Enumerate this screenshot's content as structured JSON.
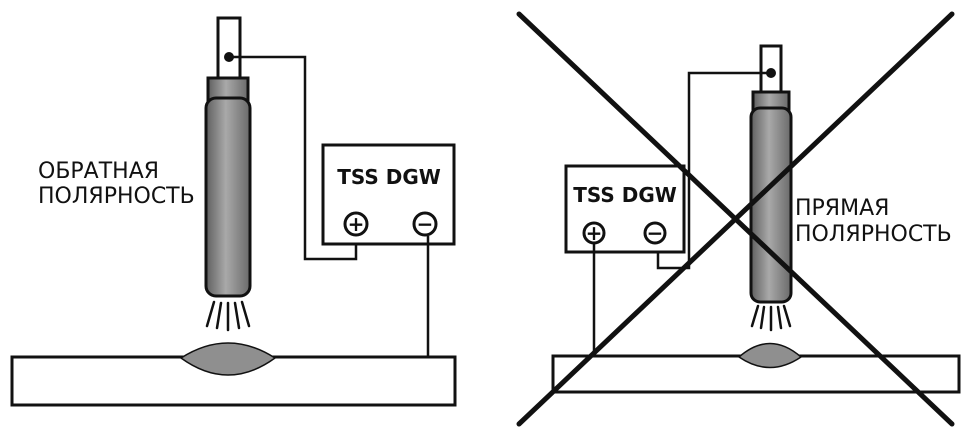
{
  "left_panel": {
    "polarity_label_line1": "ОБРАТНАЯ",
    "polarity_label_line2": "ПОЛЯРНОСТЬ",
    "machine_label": "TSS DGW",
    "plus_sign": "+",
    "minus_sign": "−"
  },
  "right_panel": {
    "polarity_label_line1": "ПРЯМАЯ",
    "polarity_label_line2": "ПОЛЯРНОСТЬ",
    "machine_label": "TSS DGW",
    "plus_sign": "+",
    "minus_sign": "−"
  },
  "colors": {
    "line": "#111111",
    "torch_body": "#8c8c8c",
    "weld_pool": "#8f8f8f",
    "background": "#ffffff"
  },
  "icons": {
    "left_torch": "welding-torch-icon",
    "right_torch": "welding-torch-icon",
    "forbidden_mark": "cross-out-x-icon"
  }
}
